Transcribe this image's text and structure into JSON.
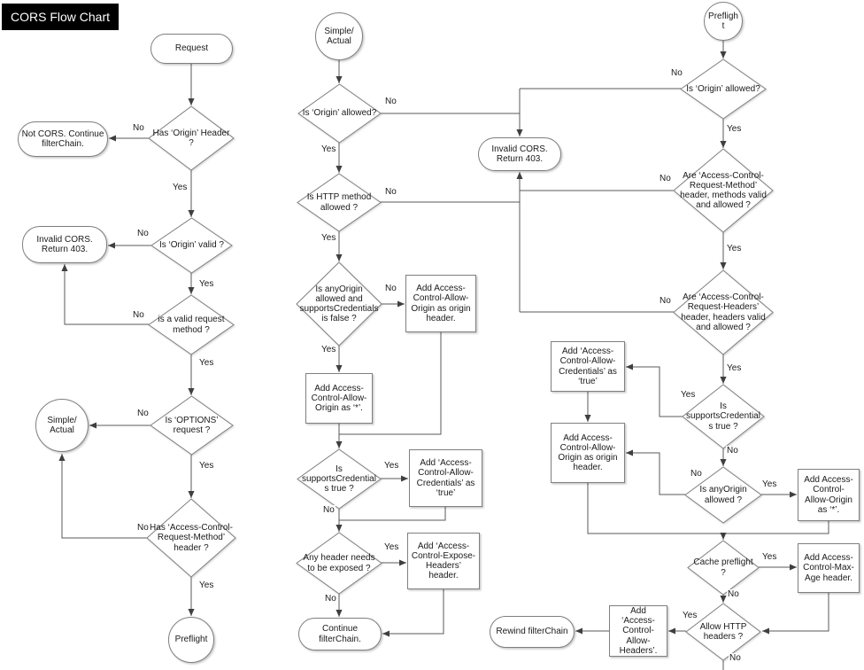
{
  "title": "CORS Flow Chart",
  "labels": {
    "yes": "Yes",
    "no": "No"
  },
  "nodes": {
    "request": "Request",
    "has_origin_header": "Has ‘Origin’ Header ?",
    "not_cors": "Not CORS. Continue filterChain.",
    "is_origin_valid": "Is ‘Origin’ valid ?",
    "invalid_cors_1": "Invalid CORS. Return 403.",
    "valid_request_method": "is a valid request method ?",
    "is_options_request": "Is ‘OPTIONS’ request ?",
    "simple_actual_1": "Simple/ Actual",
    "has_acrm_header": "Has ‘Access-Control-Request-Method’ header ?",
    "preflight_1": "Preflight",
    "simple_actual_2": "Simple/ Actual",
    "is_origin_allowed_2": "Is ‘Origin’ allowed?",
    "invalid_cors_2": "Invalid CORS. Return 403.",
    "is_http_method_allowed": "Is HTTP method allowed ?",
    "anyorigin_and_cred_false": "Is anyOrigin allowed and supportsCredentials is false ?",
    "add_acao_origin_2": "Add Access-Control-Allow-Origin as origin header.",
    "add_acao_star_2": "Add Access-Control-Allow-Origin as ‘*’.",
    "supports_credentials_2": "Is supportsCredentials true ?",
    "add_credentials_true_2": "Add ‘Access-Control-Allow-Credentials’ as ‘true’",
    "any_header_exposed": "Any header needs to be exposed ?",
    "add_expose_headers": "Add ‘Access-Control-Expose-Headers’ header.",
    "continue_filterchain": "Continue filterChain.",
    "preflight_2": "Preflight",
    "is_origin_allowed_3": "Is ‘Origin’ allowed?",
    "acrm_valid_allowed": "Are ‘Access-Control-Request-Method’ header, methods valid and allowed ?",
    "acrh_valid_allowed": "Are ‘Access-Control-Request-Headers’ header, headers valid and allowed ?",
    "supports_credentials_3": "Is supportsCredentials true ?",
    "add_credentials_true_3": "Add ‘Access-Control-Allow-Credentials’ as ‘true’",
    "add_acao_origin_3": "Add Access-Control-Allow-Origin as origin header.",
    "is_anyorigin_allowed": "Is anyOrigin allowed ?",
    "add_acao_star_3": "Add Access-Control-Allow-Origin as ‘*’.",
    "cache_preflight": "Cache preflight ?",
    "add_max_age": "Add Access-Control-Max-Age header.",
    "allow_http_headers": "Allow HTTP headers ?",
    "add_allow_headers": "Add ‘Access-Control-Allow-Headers’.",
    "rewind_filterchain": "Rewind filterChain"
  }
}
